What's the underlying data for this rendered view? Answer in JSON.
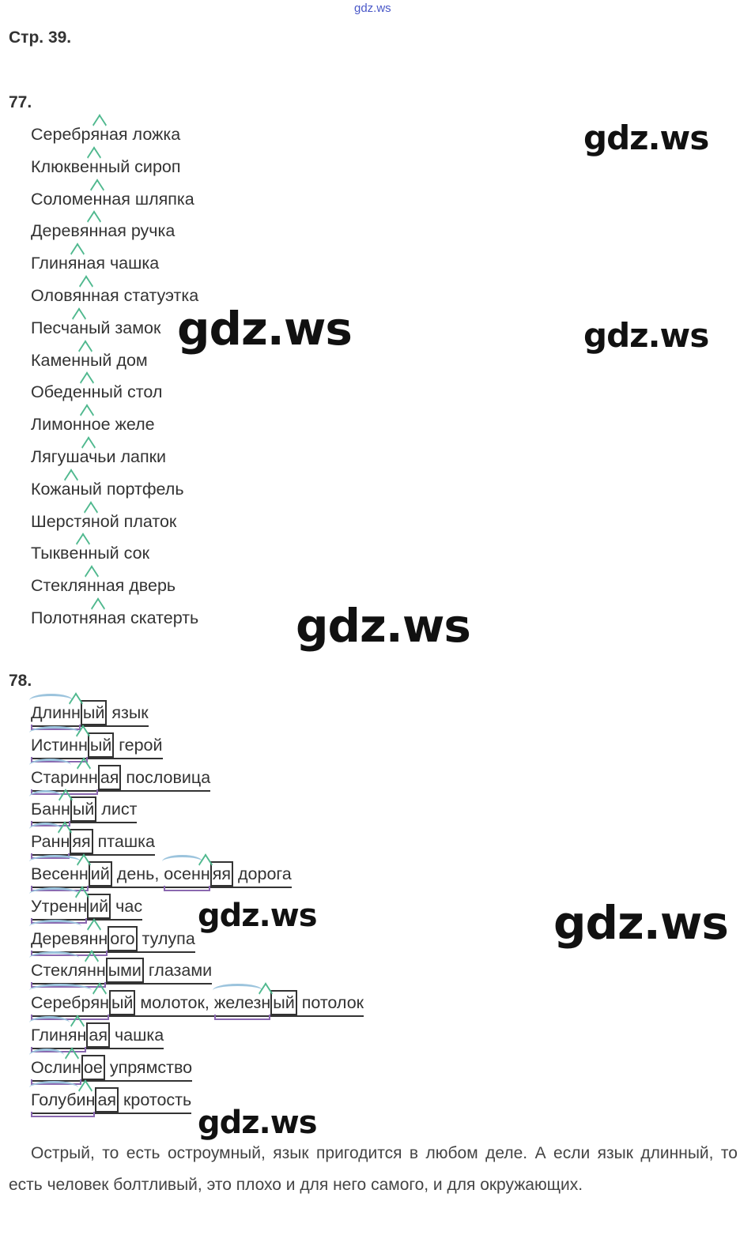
{
  "site_mark": "gdz.ws",
  "page_label": "Стр. 39.",
  "ex77": {
    "number": "77.",
    "items": [
      [
        "Серебр",
        "ян",
        "ая ложка"
      ],
      [
        "Клюкв",
        "енн",
        "ый сироп"
      ],
      [
        "Солом",
        "енн",
        "ая шляпка"
      ],
      [
        "Дерев",
        "янн",
        "ая ручка"
      ],
      [
        "Глин",
        "ян",
        "ая чашка"
      ],
      [
        "Олов",
        "янн",
        "ая статуэтка"
      ],
      [
        "Песч",
        "ан",
        "ый замок"
      ],
      [
        "Камен",
        "н",
        "ый дом"
      ],
      [
        "Обед",
        "енн",
        "ый стол"
      ],
      [
        "Лимон",
        "н",
        "ое желе"
      ],
      [
        "Лягуш",
        "ач",
        "ьи лапки"
      ],
      [
        "Кож",
        "ан",
        "ый портфель"
      ],
      [
        "Шерст",
        "ян",
        "ой платок"
      ],
      [
        "Тыкв",
        "енн",
        "ый сок"
      ],
      [
        "Стекл",
        "янн",
        "ая дверь"
      ],
      [
        "Полотн",
        "ян",
        "ая скатерть"
      ]
    ]
  },
  "ex78": {
    "number": "78.",
    "items": [
      [
        [
          "Длин",
          "н",
          "ый",
          " язык"
        ]
      ],
      [
        [
          "Истин",
          "н",
          "ый",
          " герой"
        ]
      ],
      [
        [
          "Стар",
          "инн",
          "ая",
          " пословица"
        ]
      ],
      [
        [
          "Бан",
          "н",
          "ый",
          " лист"
        ]
      ],
      [
        [
          "Ран",
          "н",
          "яя",
          " пташка"
        ]
      ],
      [
        [
          "Весен",
          "н",
          "ий",
          " день, "
        ],
        [
          "осен",
          "н",
          "яя",
          " дорога"
        ]
      ],
      [
        [
          "Утрен",
          "н",
          "ий",
          " час"
        ]
      ],
      [
        [
          "Дерев",
          "янн",
          "ого",
          " тулупа"
        ]
      ],
      [
        [
          "Стекл",
          "янн",
          "ыми",
          " глазами"
        ]
      ],
      [
        [
          "Серебр",
          "ян",
          "ый",
          " молоток, "
        ],
        [
          "желез",
          "н",
          "ый",
          " потолок"
        ]
      ],
      [
        [
          "Глин",
          "ян",
          "ая",
          " чашка"
        ]
      ],
      [
        [
          "Осл",
          "ин",
          "ое",
          " упрямство"
        ]
      ],
      [
        [
          "Голуб",
          "ин",
          "ая",
          " кротость"
        ]
      ]
    ]
  },
  "paragraph": "Острый, то есть остроумный, язык пригодится в любом деле. А если язык длинный, то есть человек болтливый, это плохо и для него самого, и для окружающих."
}
